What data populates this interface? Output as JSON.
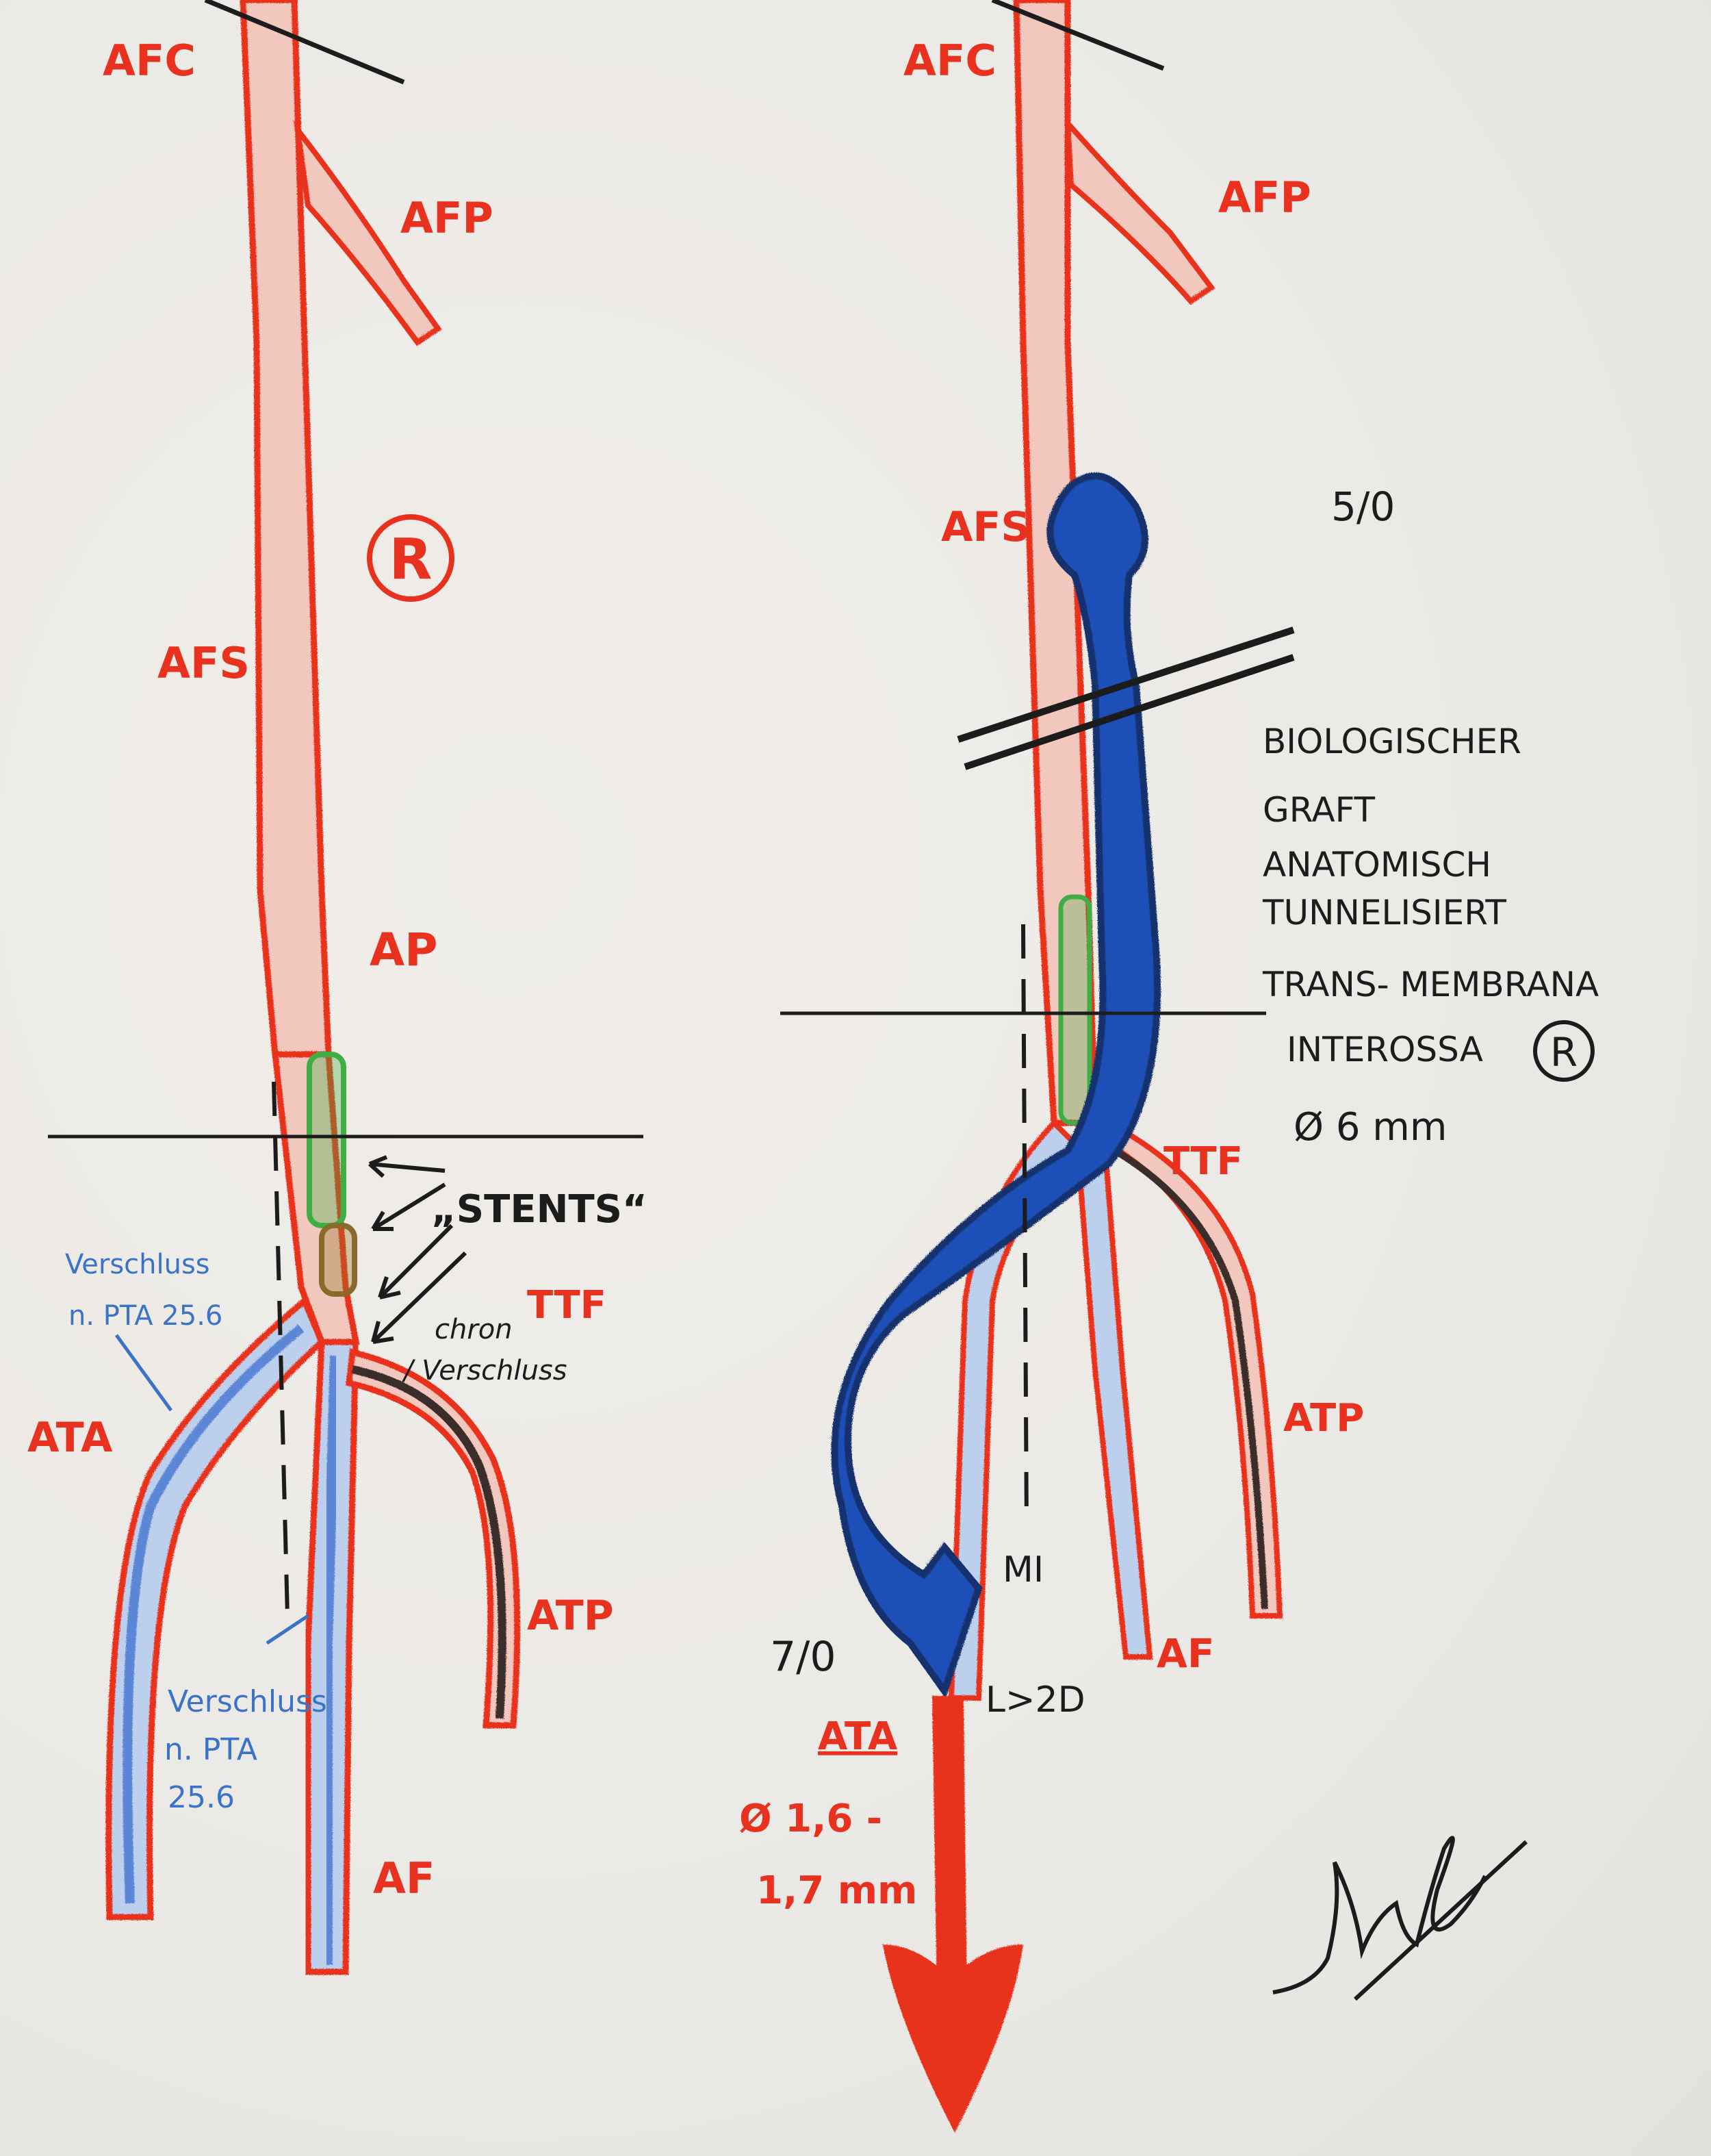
{
  "colors": {
    "artery": "#e8321f",
    "artery_fill": "#f2c7bd",
    "graft": "#1f4fb8",
    "graft_edge": "#16336e",
    "stent": "#3fae44",
    "occlusion": "#5b86d6",
    "ink": "#1c1c1c",
    "paper": "#ecebe7"
  },
  "left_panel": {
    "afc": "AFC",
    "afp": "AFP",
    "side_mark": "R",
    "afs": "AFS",
    "ap": "AP",
    "stents": "„STENTS“",
    "ttf": "TTF",
    "chron_line1": "chron",
    "chron_line2": "/ Verschluss",
    "occl_ata_line1": "Verschluss",
    "occl_ata_line2": "n. PTA 25.6",
    "ata": "ATA",
    "atp": "ATP",
    "occl_af_line1": "Verschluss",
    "occl_af_line2": "n. PTA",
    "occl_af_line3": "25.6",
    "af": "AF"
  },
  "right_panel": {
    "afc": "AFC",
    "afp": "AFP",
    "afs": "AFS",
    "suture_prox": "5/0",
    "note_line1": "BIOLOGISCHER",
    "note_line2": "GRAFT",
    "note_line3": "ANATOMISCH",
    "note_line4": "TUNNELISIERT",
    "note_line5": "TRANS- MEMBRANA",
    "note_line6": "INTEROSSA",
    "note_mark": "R",
    "note_line7": "Ø 6 mm",
    "ttf": "TTF",
    "atp": "ATP",
    "mi": "MI",
    "suture_dist": "7/0",
    "anastomosis": "L>2D",
    "af": "AF",
    "ata": "ATA",
    "diam_line1": "Ø 1,6 -",
    "diam_line2": "1,7 mm"
  }
}
